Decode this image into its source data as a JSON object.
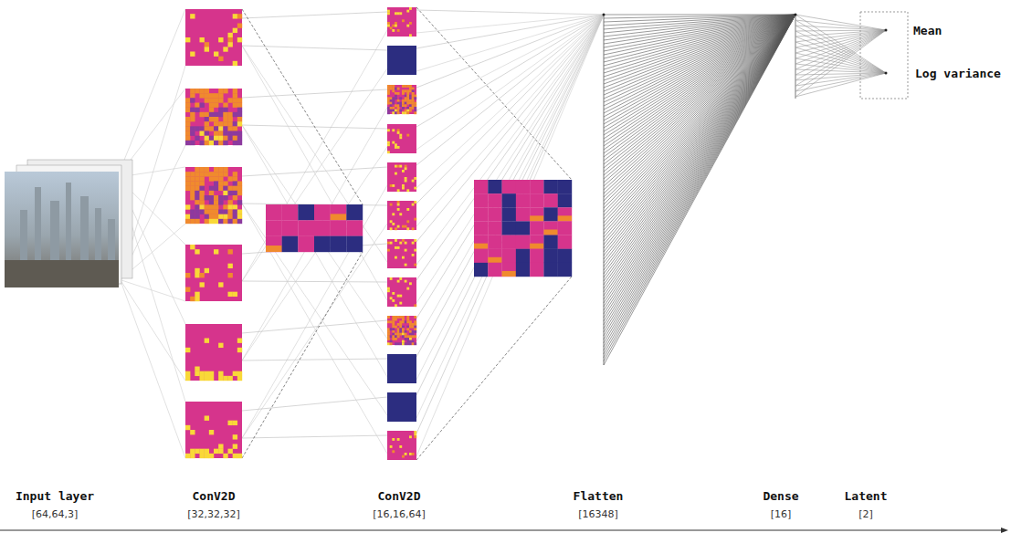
{
  "diagram": {
    "labels": [
      "Mean",
      "Log variance",
      "Input layer",
      "[64,64,3]",
      "ConV2D",
      "[32,32,32]",
      "ConV2D",
      "[16,16,64]",
      "Flatten",
      "[16348]",
      "Dense",
      "[16]",
      "Latent",
      "[2]"
    ]
  }
}
